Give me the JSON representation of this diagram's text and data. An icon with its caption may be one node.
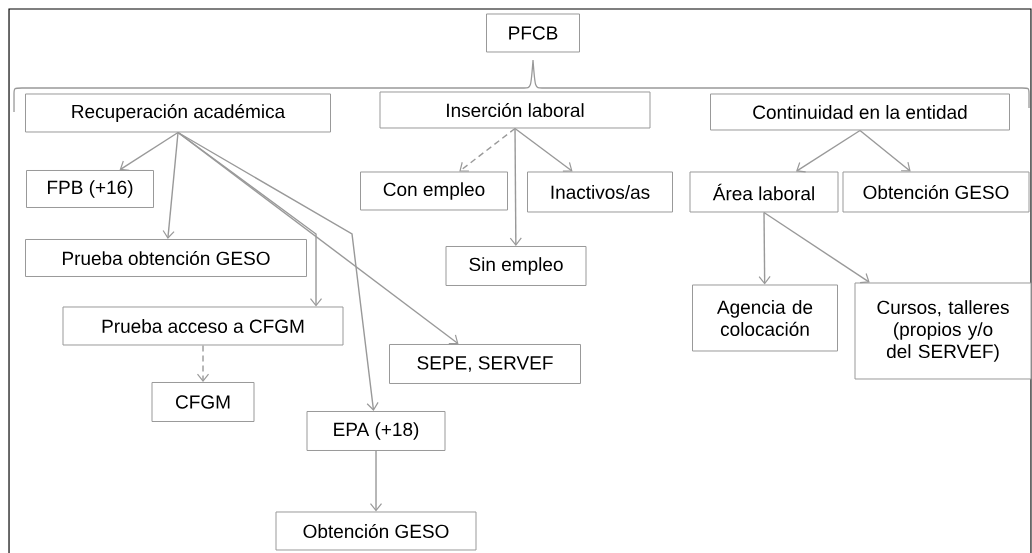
{
  "diagram": {
    "nodes": [
      {
        "text": [
          "PFCB"
        ]
      },
      {
        "text": [
          "Recuperación académica"
        ]
      },
      {
        "text": [
          "Inserción laboral"
        ]
      },
      {
        "text": [
          "Continuidad en la entidad"
        ]
      },
      {
        "text": [
          "FPB (+16)"
        ]
      },
      {
        "text": [
          "Prueba obtención GESO"
        ]
      },
      {
        "text": [
          "Prueba acceso a CFGM"
        ]
      },
      {
        "text": [
          "CFGM"
        ]
      },
      {
        "text": [
          "EPA (+18)"
        ]
      },
      {
        "text": [
          "Obtención GESO"
        ]
      },
      {
        "text": [
          "SEPE, SERVEF"
        ]
      },
      {
        "text": [
          "Con empleo"
        ]
      },
      {
        "text": [
          "Inactivos/as"
        ]
      },
      {
        "text": [
          "Sin empleo"
        ]
      },
      {
        "text": [
          "Área laboral"
        ]
      },
      {
        "text": [
          "Obtención GESO"
        ]
      },
      {
        "text": [
          "Agencia de colocación"
        ]
      },
      {
        "text": [
          "Cursos, talleres (propios y/o del SERVEF)"
        ]
      }
    ],
    "edges": [
      {
        "from": 1,
        "to": 4,
        "arrow": "to"
      },
      {
        "from": 1,
        "to": 5,
        "arrow": "to"
      },
      {
        "from": 1,
        "to": 6,
        "arrow": "to"
      },
      {
        "from": 1,
        "to": 8,
        "arrow": "to"
      },
      {
        "from": 1,
        "to": 10,
        "arrow": "to"
      },
      {
        "from": 6,
        "to": 7,
        "arrow": "to",
        "style": "dashed"
      },
      {
        "from": 8,
        "to": 9,
        "arrow": "to"
      },
      {
        "from": 2,
        "to": 11,
        "arrow": "to",
        "style": "dashed"
      },
      {
        "from": 2,
        "to": 13,
        "arrow": "to"
      },
      {
        "from": 2,
        "to": 12,
        "arrow": "to"
      },
      {
        "from": 3,
        "to": 14,
        "arrow": "to"
      },
      {
        "from": 3,
        "to": 15,
        "arrow": "to"
      },
      {
        "from": 14,
        "to": 16,
        "arrow": "to"
      },
      {
        "from": 14,
        "to": 17,
        "arrow": "to"
      }
    ]
  }
}
